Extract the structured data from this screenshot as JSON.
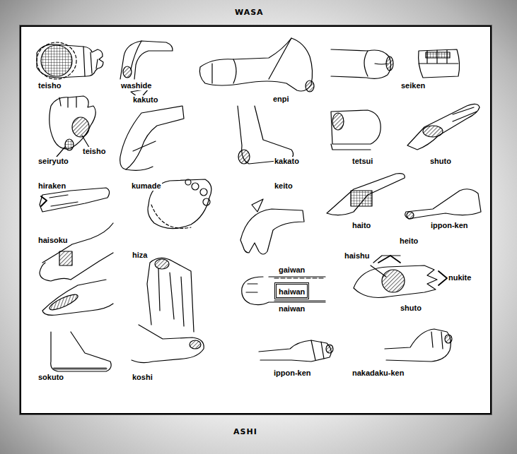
{
  "diagram": {
    "title": "WASA",
    "caption": "ASHI",
    "nodes": [
      {
        "text": [
          "haiwan"
        ]
      }
    ],
    "labels": [
      "teisho",
      "washide",
      "seiken",
      "enpi",
      "kakuto",
      "teisho",
      "seiryuto",
      "kakato",
      "tetsui",
      "shuto",
      "hiraken",
      "kumade",
      "keito",
      "haito",
      "ippon-ken",
      "haisoku",
      "heito",
      "hiza",
      "haishu",
      "gaiwan",
      "nukite",
      "naiwan",
      "shuto",
      "ippon-ken",
      "nakadaku-ken",
      "sokuto",
      "koshi"
    ]
  }
}
